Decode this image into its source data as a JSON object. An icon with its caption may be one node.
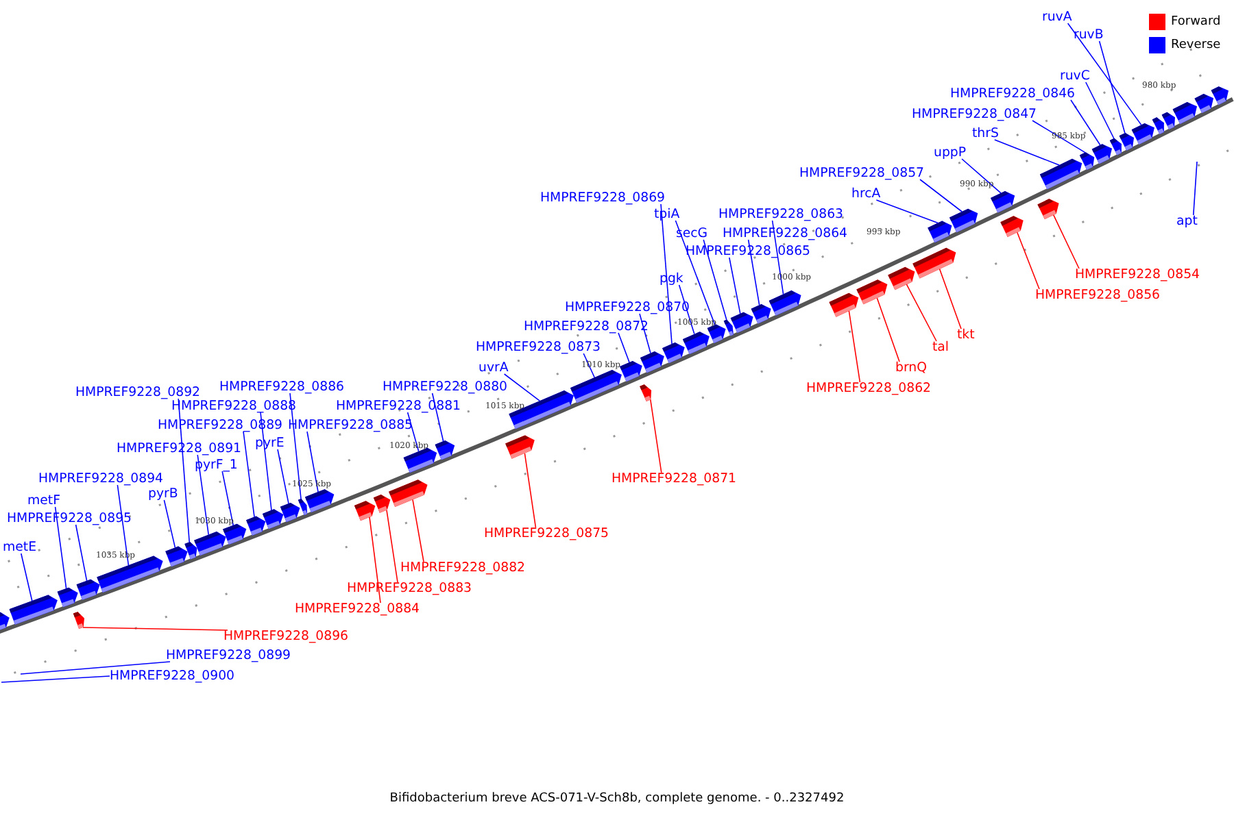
{
  "diagram": {
    "caption": "Bifidobacterium breve ACS-071-V-Sch8b, complete genome. - 0..2327492",
    "nodes": [
      {
        "text": [
          "metE"
        ]
      },
      {
        "text": [
          "metF"
        ]
      },
      {
        "text": [
          "HMPREF9228_0895"
        ]
      },
      {
        "text": [
          "HMPREF9228_0894"
        ]
      },
      {
        "text": [
          "pyrB"
        ]
      },
      {
        "text": [
          "HMPREF9228_0892"
        ]
      },
      {
        "text": [
          "HMPREF9228_0891"
        ]
      },
      {
        "text": [
          "pyrF_1"
        ]
      },
      {
        "text": [
          "HMPREF9228_0889"
        ]
      },
      {
        "text": [
          "pyrE"
        ]
      },
      {
        "text": [
          "HMPREF9228_0888"
        ]
      },
      {
        "text": [
          "HMPREF9228_0886"
        ]
      },
      {
        "text": [
          "HMPREF9228_0885"
        ]
      },
      {
        "text": [
          "HMPREF9228_0881"
        ]
      },
      {
        "text": [
          "HMPREF9228_0880"
        ]
      },
      {
        "text": [
          "uvrA"
        ]
      },
      {
        "text": [
          "HMPREF9228_0873"
        ]
      },
      {
        "text": [
          "HMPREF9228_0872"
        ]
      },
      {
        "text": [
          "HMPREF9228_0870"
        ]
      },
      {
        "text": [
          "HMPREF9228_0869"
        ]
      },
      {
        "text": [
          "pgk"
        ]
      },
      {
        "text": [
          "tpiA"
        ]
      },
      {
        "text": [
          "secG"
        ]
      },
      {
        "text": [
          "HMPREF9228_0865"
        ]
      },
      {
        "text": [
          "HMPREF9228_0864"
        ]
      },
      {
        "text": [
          "HMPREF9228_0863"
        ]
      },
      {
        "text": [
          "hrcA"
        ]
      },
      {
        "text": [
          "HMPREF9228_0857"
        ]
      },
      {
        "text": [
          "uppP"
        ]
      },
      {
        "text": [
          "thrS"
        ]
      },
      {
        "text": [
          "HMPREF9228_0847"
        ]
      },
      {
        "text": [
          "HMPREF9228_0846"
        ]
      },
      {
        "text": [
          "ruvC"
        ]
      },
      {
        "text": [
          "ruvB"
        ]
      },
      {
        "text": [
          "ruvA"
        ]
      },
      {
        "text": [
          "apt"
        ]
      },
      {
        "text": [
          "HMPREF9228_0896"
        ]
      },
      {
        "text": [
          "HMPREF9228_0899"
        ]
      },
      {
        "text": [
          "HMPREF9228_0900"
        ]
      },
      {
        "text": [
          "HMPREF9228_0884"
        ]
      },
      {
        "text": [
          "HMPREF9228_0883"
        ]
      },
      {
        "text": [
          "HMPREF9228_0882"
        ]
      },
      {
        "text": [
          "HMPREF9228_0875"
        ]
      },
      {
        "text": [
          "HMPREF9228_0871"
        ]
      },
      {
        "text": [
          "HMPREF9228_0862"
        ]
      },
      {
        "text": [
          "brnQ"
        ]
      },
      {
        "text": [
          "tal"
        ]
      },
      {
        "text": [
          "tkt"
        ]
      },
      {
        "text": [
          "HMPREF9228_0856"
        ]
      },
      {
        "text": [
          "HMPREF9228_0854"
        ]
      },
      {
        "text": [],
        "shape": "arrow"
      },
      {
        "text": [],
        "shape": "arrow"
      },
      {
        "text": [],
        "shape": "arrow"
      },
      {
        "text": [],
        "shape": "arrow"
      },
      {
        "text": [],
        "shape": "arrow"
      },
      {
        "text": [],
        "shape": "arrow"
      },
      {
        "text": [],
        "shape": "arrow"
      },
      {
        "text": [],
        "shape": "arrow"
      },
      {
        "text": [],
        "shape": "arrow"
      },
      {
        "text": [],
        "shape": "arrow"
      },
      {
        "text": [],
        "shape": "arrow"
      },
      {
        "text": [],
        "shape": "arrow"
      },
      {
        "text": [],
        "shape": "arrow"
      },
      {
        "text": [],
        "shape": "arrow"
      },
      {
        "text": [],
        "shape": "arrow"
      },
      {
        "text": [],
        "shape": "arrow"
      },
      {
        "text": [],
        "shape": "arrow"
      },
      {
        "text": [],
        "shape": "arrow"
      },
      {
        "text": [],
        "shape": "arrow"
      },
      {
        "text": [],
        "shape": "arrow"
      },
      {
        "text": [],
        "shape": "arrow"
      },
      {
        "text": [],
        "shape": "arrow"
      },
      {
        "text": [],
        "shape": "arrow"
      },
      {
        "text": [],
        "shape": "arrow"
      },
      {
        "text": [],
        "shape": "arrow"
      },
      {
        "text": [],
        "shape": "arrow"
      },
      {
        "text": [],
        "shape": "arrow"
      },
      {
        "text": [],
        "shape": "arrow"
      },
      {
        "text": [],
        "shape": "arrow"
      },
      {
        "text": [],
        "shape": "arrow"
      },
      {
        "text": [],
        "shape": "arrow"
      },
      {
        "text": [],
        "shape": "arrow"
      },
      {
        "text": [],
        "shape": "arrow"
      },
      {
        "text": [],
        "shape": "arrow"
      },
      {
        "text": [],
        "shape": "arrow"
      },
      {
        "text": [],
        "shape": "arrow"
      },
      {
        "text": [],
        "shape": "arrow"
      },
      {
        "text": [],
        "shape": "arrow"
      },
      {
        "text": [],
        "shape": "arrow"
      },
      {
        "text": [],
        "shape": "arrow"
      },
      {
        "text": [],
        "shape": "arrow"
      },
      {
        "text": [],
        "shape": "arrow"
      },
      {
        "text": [],
        "shape": "arrow"
      },
      {
        "text": [],
        "shape": "arrow"
      },
      {
        "text": [],
        "shape": "arrow"
      },
      {
        "text": [],
        "shape": "arrow"
      },
      {
        "text": [],
        "shape": "arrow"
      },
      {
        "text": [],
        "shape": "arrow"
      },
      {
        "text": [],
        "shape": "arrow"
      },
      {
        "text": [],
        "shape": "arrow"
      },
      {
        "text": [],
        "shape": "arrow"
      },
      {
        "text": [],
        "shape": "arrow"
      },
      {
        "text": [],
        "shape": "arrow"
      }
    ],
    "edges": [
      {
        "from": 0,
        "to": 51,
        "arrow": "none"
      },
      {
        "from": 1,
        "to": 52,
        "arrow": "none"
      },
      {
        "from": 2,
        "to": 54,
        "arrow": "none"
      },
      {
        "from": 3,
        "to": 55,
        "arrow": "none"
      },
      {
        "from": 4,
        "to": 56,
        "arrow": "none"
      },
      {
        "from": 5,
        "to": 57,
        "arrow": "none"
      },
      {
        "from": 6,
        "to": 58,
        "arrow": "none"
      },
      {
        "from": 7,
        "to": 59,
        "arrow": "none"
      },
      {
        "from": 8,
        "to": 60,
        "arrow": "none"
      },
      {
        "from": 10,
        "to": 61,
        "arrow": "none"
      },
      {
        "from": 9,
        "to": 62,
        "arrow": "none"
      },
      {
        "from": 11,
        "to": 63,
        "arrow": "none"
      },
      {
        "from": 12,
        "to": 64,
        "arrow": "none"
      },
      {
        "from": 13,
        "to": 68,
        "arrow": "none"
      },
      {
        "from": 14,
        "to": 69,
        "arrow": "none"
      },
      {
        "from": 15,
        "to": 71,
        "arrow": "none"
      },
      {
        "from": 16,
        "to": 72,
        "arrow": "none"
      },
      {
        "from": 17,
        "to": 73,
        "arrow": "none"
      },
      {
        "from": 18,
        "to": 75,
        "arrow": "none"
      },
      {
        "from": 19,
        "to": 76,
        "arrow": "none"
      },
      {
        "from": 20,
        "to": 77,
        "arrow": "none"
      },
      {
        "from": 21,
        "to": 78,
        "arrow": "none"
      },
      {
        "from": 22,
        "to": 79,
        "arrow": "none"
      },
      {
        "from": 23,
        "to": 80,
        "arrow": "none"
      },
      {
        "from": 24,
        "to": 81,
        "arrow": "none"
      },
      {
        "from": 25,
        "to": 82,
        "arrow": "none"
      },
      {
        "from": 26,
        "to": 87,
        "arrow": "none"
      },
      {
        "from": 27,
        "to": 88,
        "arrow": "none"
      },
      {
        "from": 28,
        "to": 90,
        "arrow": "none"
      },
      {
        "from": 29,
        "to": 92,
        "arrow": "none"
      },
      {
        "from": 30,
        "to": 93,
        "arrow": "none"
      },
      {
        "from": 31,
        "to": 94,
        "arrow": "none"
      },
      {
        "from": 32,
        "to": 95,
        "arrow": "none"
      },
      {
        "from": 33,
        "to": 96,
        "arrow": "none"
      },
      {
        "from": 34,
        "to": 97,
        "arrow": "none"
      },
      {
        "from": 35,
        "to": null,
        "arrow": "none"
      },
      {
        "from": 36,
        "to": 53,
        "arrow": "none",
        "color": "#ff0000"
      },
      {
        "from": 37,
        "to": null,
        "arrow": "none"
      },
      {
        "from": 38,
        "to": null,
        "arrow": "none"
      },
      {
        "from": 39,
        "to": 65,
        "arrow": "none",
        "color": "#ff0000"
      },
      {
        "from": 40,
        "to": 66,
        "arrow": "none",
        "color": "#ff0000"
      },
      {
        "from": 41,
        "to": 67,
        "arrow": "none",
        "color": "#ff0000"
      },
      {
        "from": 42,
        "to": 70,
        "arrow": "none",
        "color": "#ff0000"
      },
      {
        "from": 43,
        "to": 74,
        "arrow": "none",
        "color": "#ff0000"
      },
      {
        "from": 44,
        "to": 83,
        "arrow": "none",
        "color": "#ff0000"
      },
      {
        "from": 45,
        "to": 84,
        "arrow": "none",
        "color": "#ff0000"
      },
      {
        "from": 46,
        "to": 85,
        "arrow": "none",
        "color": "#ff0000"
      },
      {
        "from": 47,
        "to": 86,
        "arrow": "none",
        "color": "#ff0000"
      },
      {
        "from": 48,
        "to": 89,
        "arrow": "none",
        "color": "#ff0000"
      },
      {
        "from": 49,
        "to": 91,
        "arrow": "none",
        "color": "#ff0000"
      }
    ],
    "labels": [
      "980 kbp",
      "985 kbp",
      "990 kbp",
      "995 kbp",
      "1000 kbp",
      "1005 kbp",
      "1010 kbp",
      "1015 kbp",
      "1020 kbp",
      "1025 kbp",
      "1030 kbp",
      "1035 kbp"
    ],
    "legend": [
      {
        "text": "Forward",
        "color": "#ff0000"
      },
      {
        "text": "Reverse",
        "color": "#0000ff"
      }
    ]
  }
}
